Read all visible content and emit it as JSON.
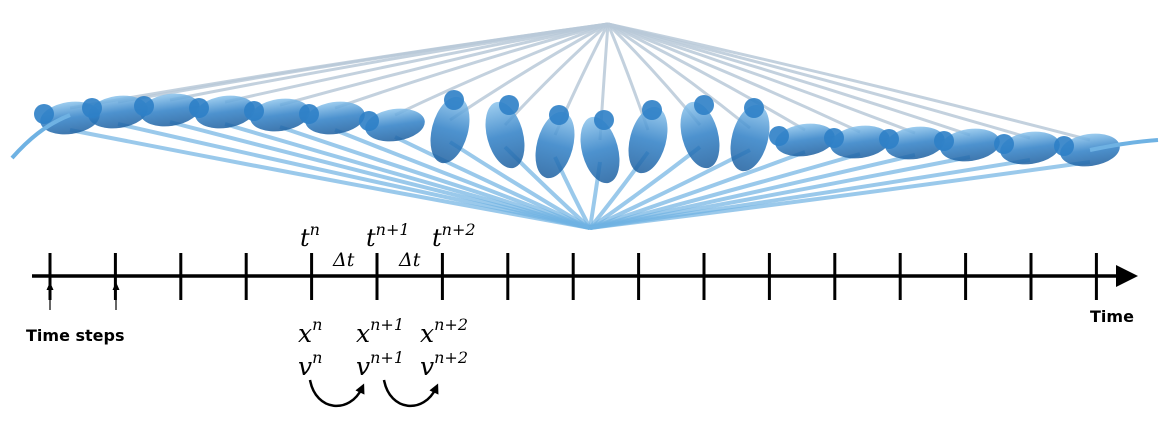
{
  "colors": {
    "axis": "#000000",
    "body_fill": "#2e7fc6",
    "body_light": "#6fb2e3",
    "strand": "#b9c9d8"
  },
  "axis": {
    "label": "Time",
    "time_steps_label": "Time steps"
  },
  "step_labels": {
    "t_n": "t",
    "t_n_sup": "n",
    "t_n1": "t",
    "t_n1_sup": "n+1",
    "t_n2": "t",
    "t_n2_sup": "n+2",
    "delta_t_a": "Δt",
    "delta_t_b": "Δt"
  },
  "state_labels": {
    "x_n": "x",
    "x_n_sup": "n",
    "x_n1": "x",
    "x_n1_sup": "n+1",
    "x_n2": "x",
    "x_n2_sup": "n+2",
    "v_n": "v",
    "v_n_sup": "n",
    "v_n1": "v",
    "v_n1_sup": "n+1",
    "v_n2": "v",
    "v_n2_sup": "n+2"
  },
  "tick_count": 17
}
